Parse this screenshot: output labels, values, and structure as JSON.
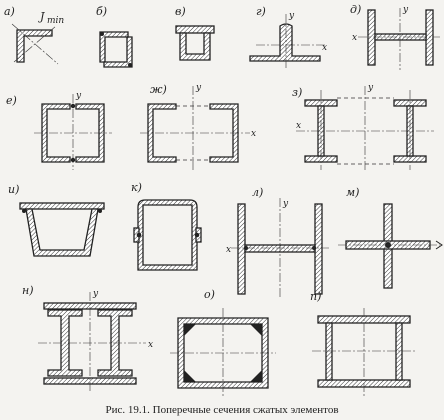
{
  "caption": "Рис. 19.1. Поперечные сечения сжатых элементов",
  "jmin_label": "J",
  "jmin_sub": "min",
  "axis_x": "x",
  "axis_y": "y",
  "panels": [
    {
      "label": "а)"
    },
    {
      "label": "б)"
    },
    {
      "label": "в)"
    },
    {
      "label": "г)"
    },
    {
      "label": "д)"
    },
    {
      "label": "е)"
    },
    {
      "label": "ж)"
    },
    {
      "label": "з)"
    },
    {
      "label": "и)"
    },
    {
      "label": "к)"
    },
    {
      "label": "л)"
    },
    {
      "label": "м)"
    },
    {
      "label": "н)"
    },
    {
      "label": "о)"
    },
    {
      "label": "п)"
    }
  ]
}
